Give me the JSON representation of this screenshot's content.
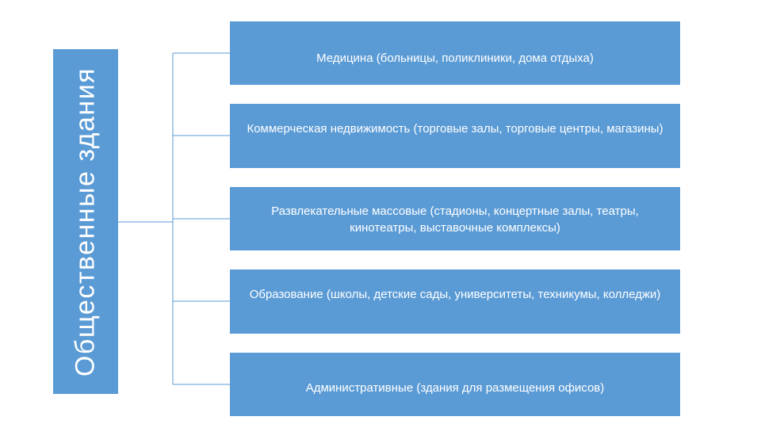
{
  "diagram": {
    "root": {
      "label": "Общественные здания"
    },
    "children": [
      {
        "label": "Медицина (больницы, поликлиники, дома отдыха)"
      },
      {
        "label": "Коммерческая недвижимость (торговые залы, торговые центры, магазины)"
      },
      {
        "label": "Развлекательные массовые (стадионы, концертные залы, театры, кинотеатры, выставочные комплексы)"
      },
      {
        "label": "Образование (школы, детские сады, университеты, техникумы, колледжи)"
      },
      {
        "label": "Административные (здания для размещения офисов)"
      }
    ],
    "colors": {
      "box_fill": "#5b9bd5",
      "connector": "#5b9bd5",
      "text": "#ffffff"
    }
  }
}
